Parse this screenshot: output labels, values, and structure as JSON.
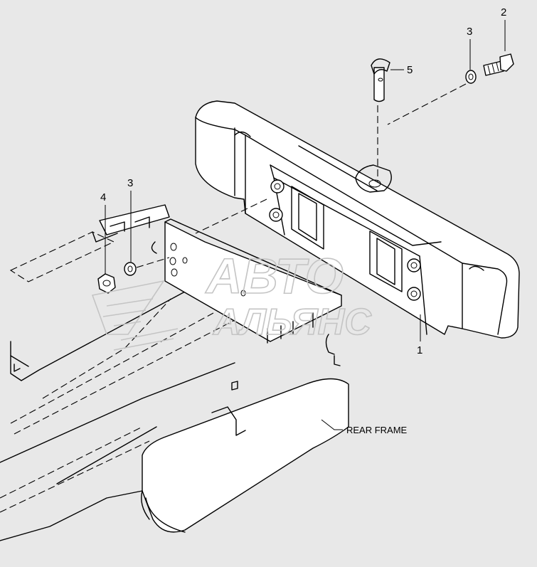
{
  "diagram": {
    "callouts": [
      {
        "id": "c1",
        "text": "1"
      },
      {
        "id": "c2",
        "text": "2"
      },
      {
        "id": "c3a",
        "text": "3"
      },
      {
        "id": "c3b",
        "text": "3"
      },
      {
        "id": "c4",
        "text": "4"
      },
      {
        "id": "c5",
        "text": "5"
      }
    ],
    "labels": {
      "rear_frame": "REAR FRAME"
    }
  },
  "watermark": {
    "line1": "АВТО",
    "line2": "АЛЬЯНС"
  }
}
